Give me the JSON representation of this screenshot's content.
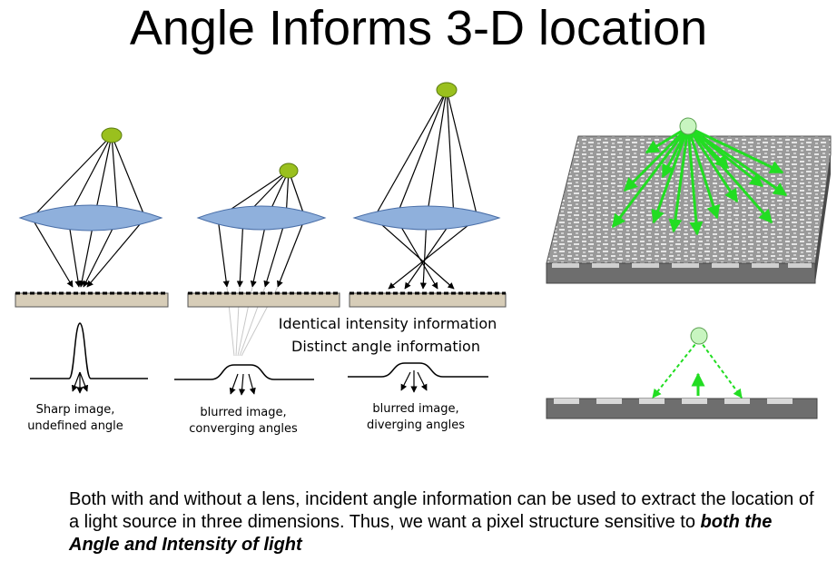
{
  "slide": {
    "title": "Angle Informs 3-D location"
  },
  "diagram": {
    "identical_label": "Identical intensity information",
    "distinct_label": "Distinct angle information",
    "panels": [
      {
        "caption_line1": "Sharp image,",
        "caption_line2": "undefined angle"
      },
      {
        "caption_line1": "blurred image,",
        "caption_line2": "converging angles"
      },
      {
        "caption_line1": "blurred image,",
        "caption_line2": "diverging angles"
      }
    ],
    "colors": {
      "source": "#9ac01e",
      "lens": "#8fb0dc",
      "sensor": "#d7cdb8",
      "green_ray": "#22dd22",
      "chip": "#6e6e6e"
    }
  },
  "caption": {
    "text_before": "Both with and without a lens, incident angle information can be used to extract the location of a light source in three dimensions.  Thus, we want a pixel structure sensitive to ",
    "text_emphasis": "both the Angle and Intensity of light"
  }
}
